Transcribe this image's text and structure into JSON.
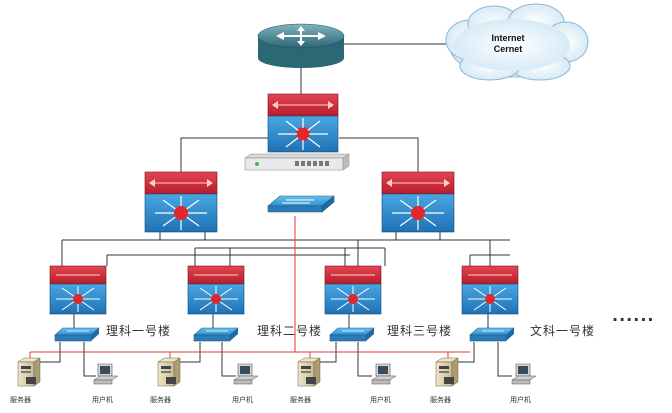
{
  "cloud": {
    "line1": "Internet",
    "line2": "Cernet"
  },
  "buildings": [
    {
      "name": "理科一号楼"
    },
    {
      "name": "理科二号楼"
    },
    {
      "name": "理科三号楼"
    },
    {
      "name": "文科一号楼"
    }
  ],
  "ellipsis": "......",
  "captions": {
    "server": "服务器",
    "user": "用户机"
  },
  "colors": {
    "switch_red": "#cc2433",
    "switch_blue": "#2f8ecf",
    "link_red": "#ee3333",
    "link_gray": "#333333",
    "router": "#3e7f8e"
  },
  "icons": [
    "router-icon",
    "cloud-icon",
    "core-switch-icon",
    "firewall-icon",
    "distribution-switch-icon",
    "access-switch-icon",
    "workgroup-switch-icon",
    "server-icon",
    "workstation-icon"
  ]
}
